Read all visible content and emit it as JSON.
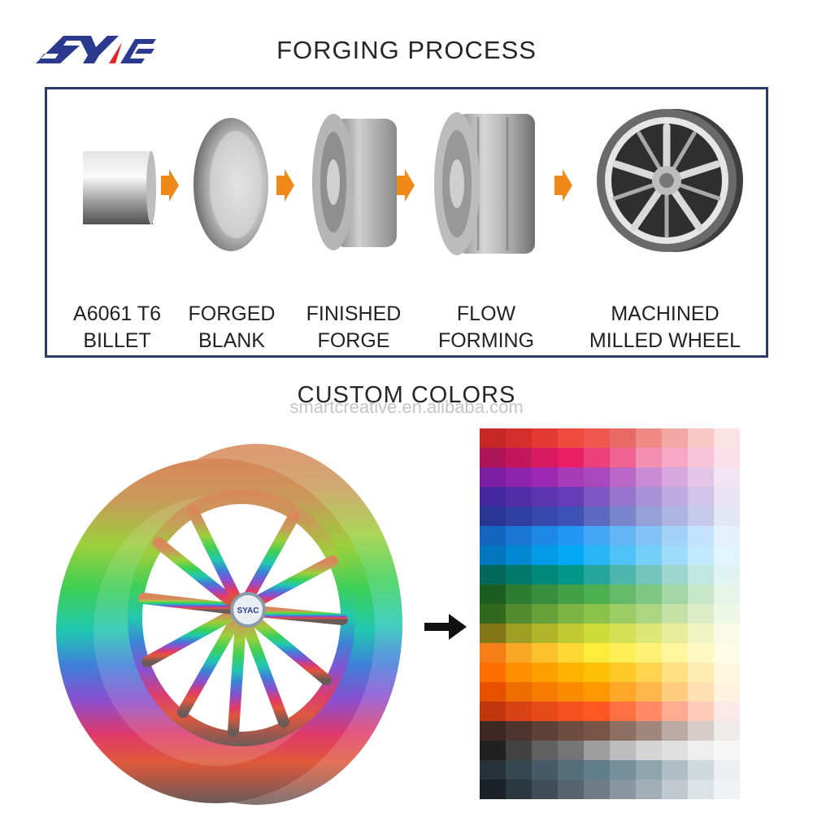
{
  "header": {
    "logo_text": "SYAC",
    "logo_color": "#2b3a8f",
    "logo_accent": "#e0262b",
    "title": "FORGING PROCESS"
  },
  "process": {
    "stages": [
      {
        "line1": "A6061 T6",
        "line2": "BILLET",
        "icon": "billet-cylinder"
      },
      {
        "line1": "FORGED",
        "line2": "BLANK",
        "icon": "forged-blank-disc"
      },
      {
        "line1": "FINISHED",
        "line2": "FORGE",
        "icon": "finished-forge-barrel"
      },
      {
        "line1": "FLOW",
        "line2": "FORMING",
        "icon": "flow-formed-rim"
      },
      {
        "line1": "MACHINED",
        "line2": "MILLED WHEEL",
        "icon": "machined-wheel"
      }
    ],
    "arrow_color": "#ef8a1a",
    "border_color": "#2b3a67"
  },
  "colors_section": {
    "title": "CUSTOM COLORS",
    "watermark": "smartcreative.en.alibaba.com"
  },
  "palette": [
    [
      "#c62828",
      "#d32f2f",
      "#e53935",
      "#ef4a3e",
      "#f0584f",
      "#e86a66",
      "#ef8a86",
      "#f3a8a6",
      "#f7c8c6",
      "#fae3e2"
    ],
    [
      "#ad1457",
      "#c2185b",
      "#d81b60",
      "#e91e63",
      "#ec407a",
      "#f06292",
      "#f48fb1",
      "#f6a8c4",
      "#f8c4d7",
      "#fbe0ea"
    ],
    [
      "#7b1fa2",
      "#8e24aa",
      "#9c27b0",
      "#a73bb8",
      "#ab47bc",
      "#ba68c8",
      "#c98bd3",
      "#d6a8dd",
      "#e4c6e8",
      "#f2e4f4"
    ],
    [
      "#4527a0",
      "#512da8",
      "#5e35b1",
      "#673ab7",
      "#7e57c2",
      "#9575cd",
      "#a991d7",
      "#bcaae0",
      "#d1c4e9",
      "#ebe4f4"
    ],
    [
      "#283593",
      "#303f9f",
      "#3949ab",
      "#3f51b5",
      "#5c6bc0",
      "#7986cb",
      "#94a0d6",
      "#adb6e0",
      "#c5cae9",
      "#e3e6f4"
    ],
    [
      "#1565c0",
      "#1976d2",
      "#1e88e5",
      "#2196f3",
      "#42a5f5",
      "#64b5f6",
      "#82c2f7",
      "#a2d2f9",
      "#c3e2fb",
      "#e3f1fd"
    ],
    [
      "#0277bd",
      "#0288d1",
      "#039be5",
      "#03a9f4",
      "#29b6f6",
      "#4fc3f7",
      "#75d0f8",
      "#9ddcfa",
      "#c2e9fc",
      "#e1f5fe"
    ],
    [
      "#00695c",
      "#00796b",
      "#00897b",
      "#009688",
      "#26a69a",
      "#4db6ac",
      "#74c6bd",
      "#9dd6cf",
      "#c2e6e1",
      "#e0f2f1"
    ],
    [
      "#1b5e20",
      "#2e7d32",
      "#388e3c",
      "#43a047",
      "#4caf50",
      "#66bb6a",
      "#81c784",
      "#a5d6a7",
      "#c8e6c9",
      "#e6f4e7"
    ],
    [
      "#33691e",
      "#558b2f",
      "#689f38",
      "#7cb342",
      "#8bc34a",
      "#9ccc65",
      "#aed581",
      "#c5e1a5",
      "#dcedc8",
      "#eff7e6"
    ],
    [
      "#827717",
      "#9e9d24",
      "#afb42b",
      "#c0ca33",
      "#cddc39",
      "#d4e157",
      "#dce775",
      "#e6ee9c",
      "#f0f4c3",
      "#f9fbe7"
    ],
    [
      "#f57f17",
      "#f9a825",
      "#fbc02d",
      "#fdd835",
      "#ffeb3b",
      "#ffee58",
      "#fff176",
      "#fff59d",
      "#fff9c4",
      "#fffde7"
    ],
    [
      "#ff6f00",
      "#ff8f00",
      "#ffa000",
      "#ffb300",
      "#ffc107",
      "#ffca28",
      "#ffd54f",
      "#ffe082",
      "#ffecb3",
      "#fff8e1"
    ],
    [
      "#e65100",
      "#ef6c00",
      "#f57c00",
      "#fb8c00",
      "#ff9800",
      "#ffa726",
      "#ffb74d",
      "#ffcc80",
      "#ffe0b2",
      "#fff3e0"
    ],
    [
      "#bf360c",
      "#d84315",
      "#e64a19",
      "#f4511e",
      "#ff5722",
      "#ff7043",
      "#ff8a65",
      "#ffab91",
      "#ffccbc",
      "#fbe9e7"
    ],
    [
      "#3e2723",
      "#4e342e",
      "#5d4037",
      "#6d4c41",
      "#795548",
      "#8d6e63",
      "#a1887f",
      "#bcaaa4",
      "#d7ccc8",
      "#efebe9"
    ],
    [
      "#212121",
      "#424242",
      "#616161",
      "#757575",
      "#9e9e9e",
      "#bdbdbd",
      "#d5d5d5",
      "#e0e0e0",
      "#eeeeee",
      "#f7f7f7"
    ],
    [
      "#263238",
      "#37474f",
      "#455a64",
      "#546e7a",
      "#607d8b",
      "#78909c",
      "#90a4ae",
      "#b0bec5",
      "#cfd8dc",
      "#eceff1"
    ],
    [
      "#1a2228",
      "#2c3840",
      "#3f4d56",
      "#56646d",
      "#6e7c85",
      "#8896a0",
      "#a3afb7",
      "#c0c9ce",
      "#dce2e5",
      "#f0f3f4"
    ]
  ]
}
